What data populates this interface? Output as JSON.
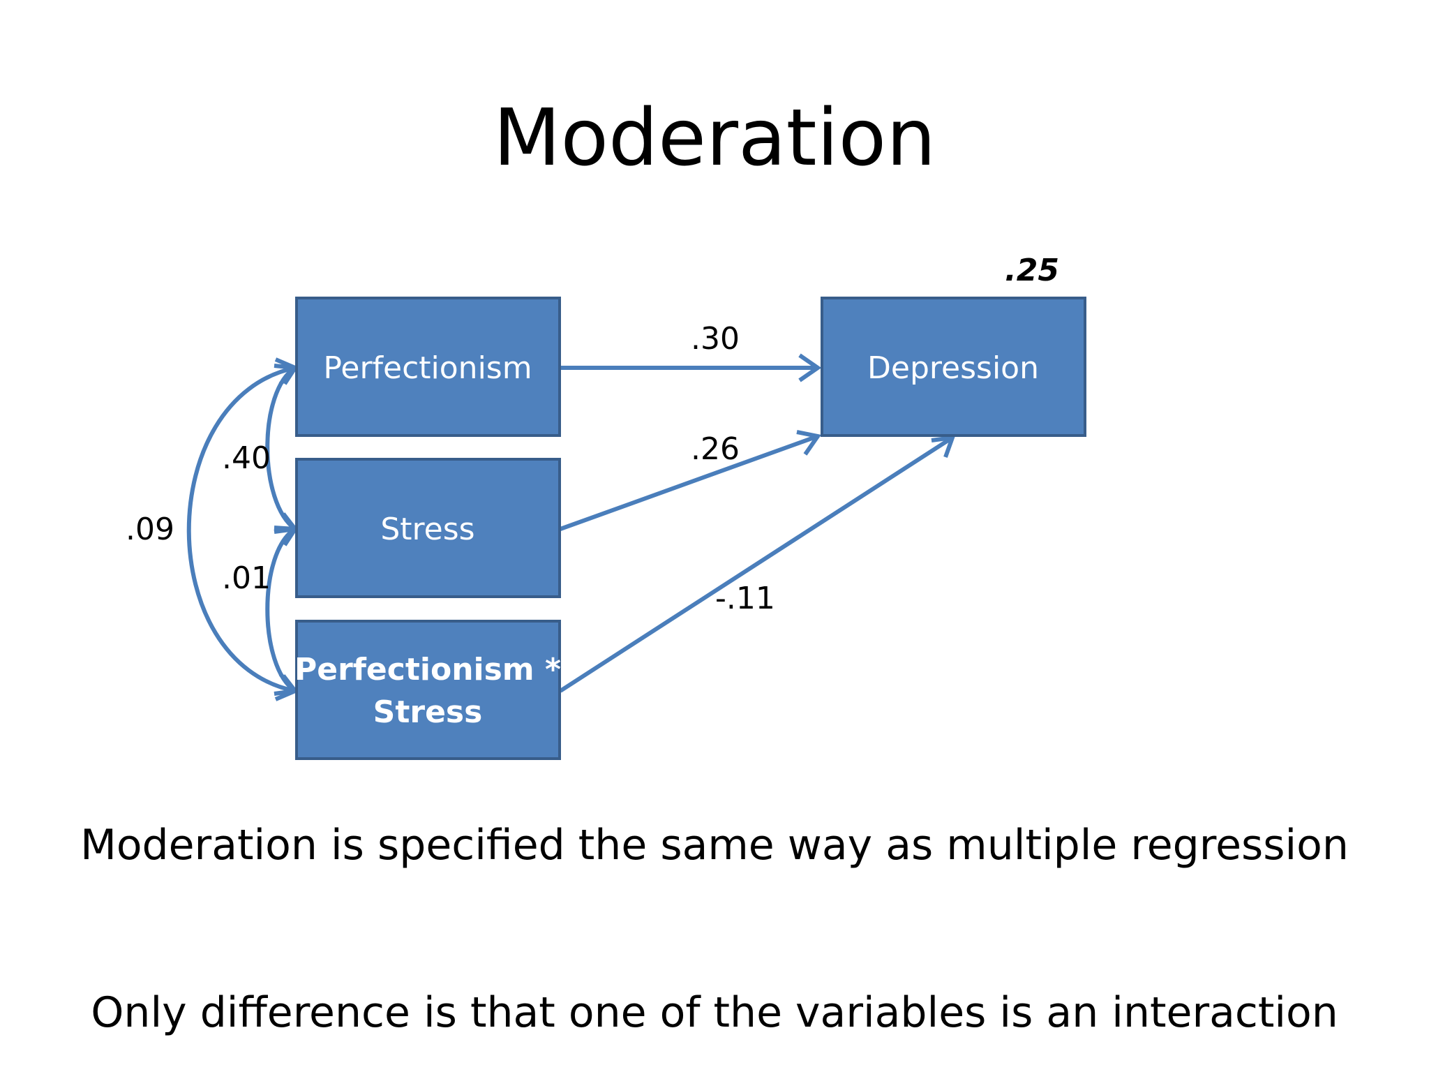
{
  "title": "Moderation",
  "nodes": {
    "perfectionism": "Perfectionism",
    "stress": "Stress",
    "interaction_line1": "Perfectionism *",
    "interaction_line2": "Stress",
    "depression": "Depression"
  },
  "coefficients": {
    "perfectionism_to_depression": ".30",
    "stress_to_depression": ".26",
    "interaction_to_depression": "-.11",
    "perfectionism_stress_corr": ".40",
    "stress_interaction_corr": ".01",
    "perfectionism_interaction_corr": ".09",
    "depression_r2": ".25"
  },
  "caption": {
    "line1": "Moderation is specified the same way as multiple regression",
    "line2": "Only difference is that one of the variables is an interaction"
  },
  "colors": {
    "node_fill": "#4f81bd",
    "node_border": "#385d8a",
    "arrow": "#4a7ebb"
  }
}
